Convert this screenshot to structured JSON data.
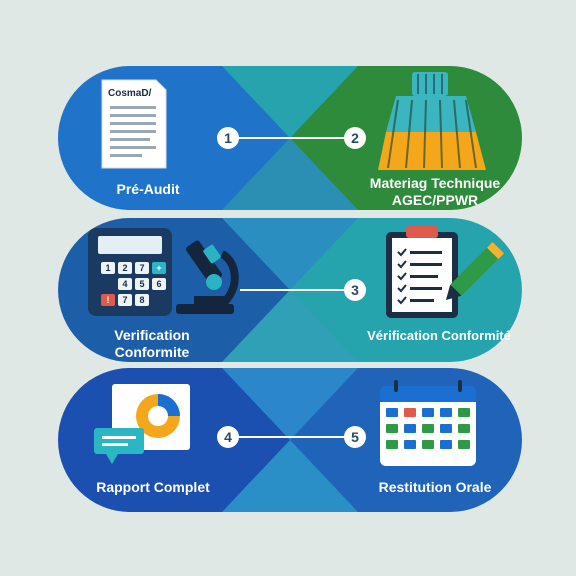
{
  "steps": [
    {
      "number": "1",
      "label": "Pré-Audit",
      "icon": "document-icon",
      "doc_title": "CosmaD/"
    },
    {
      "number": "2",
      "label_line1": "Materiag Technique",
      "label_line2": "AGEC/PPWR",
      "icon": "brush-icon"
    },
    {
      "label_line1": "Verification",
      "label_line2": "Conformite",
      "icon": "calculator-microscope-icon"
    },
    {
      "number": "3",
      "label": "Vérification Conformité",
      "icon": "clipboard-checklist-icon"
    },
    {
      "number": "4",
      "label": "Rapport Complet",
      "icon": "chart-chat-icon"
    },
    {
      "number": "5",
      "label": "Restitution Orale",
      "icon": "calendar-icon"
    }
  ],
  "calculator_keys": [
    "1",
    "2",
    "7",
    "+",
    "4",
    "5",
    "6",
    "!",
    "7",
    "8"
  ],
  "colors": {
    "background": "#dfe8e4",
    "blue_band": "#1f74c9",
    "green_band": "#2e8b3c",
    "teal_band": "#27a3ad",
    "navy_band": "#1e55a6",
    "white": "#ffffff"
  }
}
